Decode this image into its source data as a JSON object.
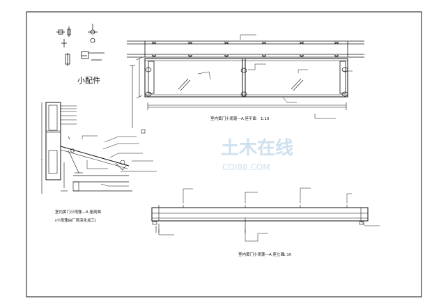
{
  "labels": {
    "parts_title": "小配件",
    "plan_title": "室内黄门小雨篷—A 座平面",
    "plan_scale": "1:10",
    "elevation_title": "室内黄门小雨篷—A 座立面",
    "elevation_scale": "1:10",
    "section_title": "室内黄门小雨篷—A 座剖面",
    "section_note": "(小雨篷由厂商深化加工)"
  },
  "watermark": {
    "cn": "土木在线",
    "en": "COI88.COM"
  },
  "colors": {
    "line": "#111111",
    "watermark": "#cfe0ee"
  }
}
